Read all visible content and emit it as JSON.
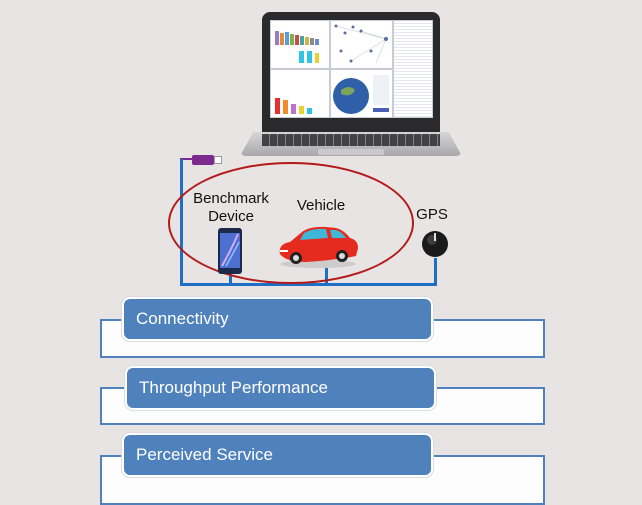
{
  "diagram": {
    "laptop": {
      "name": "Laptop running analysis software"
    },
    "labels": {
      "benchmark_device_line1": "Benchmark",
      "benchmark_device_line2": "Device",
      "vehicle": "Vehicle",
      "gps": "GPS"
    },
    "categories": [
      {
        "label": "Connectivity"
      },
      {
        "label": "Throughput Performance"
      },
      {
        "label": "Perceived Service"
      }
    ],
    "colors": {
      "background": "#e8e4e3",
      "wire": "#1f6fc4",
      "ellipse": "#b31b1b",
      "box_fill": "#4f81bd",
      "box_text": "#ffffff",
      "vehicle": "#e52b1e",
      "dongle": "#7b2a8e"
    }
  }
}
